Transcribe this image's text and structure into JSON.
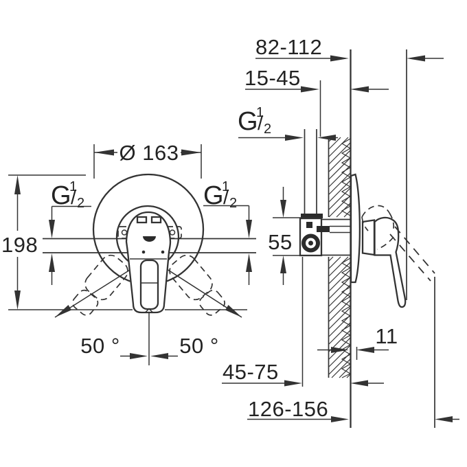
{
  "drawing": {
    "description": "Dimensional technical drawing of a concealed single-lever shower mixer, front view and wall-section side view",
    "front_view": {
      "diameter": "Ø 163",
      "height": "198",
      "angle_left": "50 °",
      "angle_right": "50 °"
    },
    "side_view": {
      "wall_depth_range": "82-112",
      "finish_depth_range": "15-45",
      "port_spacing": "55",
      "escutcheon_offset": "11",
      "min_installation_depth": "45-75",
      "max_installation_depth": "126-156"
    },
    "thread": {
      "letter": "G",
      "numerator": "1",
      "slash": "/",
      "denominator": "2"
    },
    "colors": {
      "line": "#333333",
      "text": "#232323",
      "background": "#ffffff"
    }
  }
}
